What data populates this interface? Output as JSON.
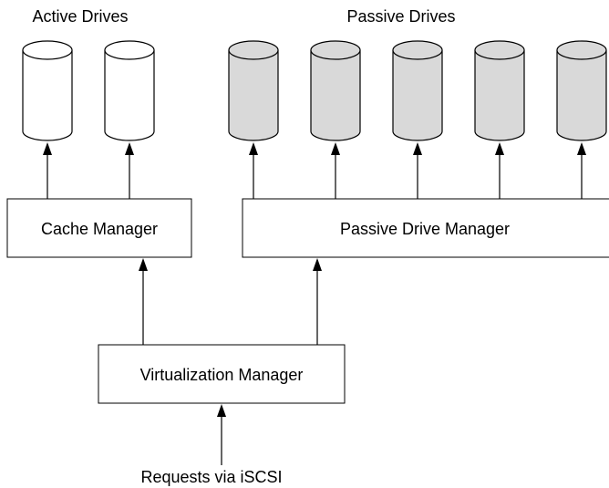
{
  "colors": {
    "stroke": "#000000",
    "background": "#ffffff",
    "active_drive_fill": "#ffffff",
    "passive_drive_fill": "#d9d9d9"
  },
  "groups": {
    "active": {
      "label": "Active Drives",
      "drive_count": 2
    },
    "passive": {
      "label": "Passive Drives",
      "drive_count": 5
    }
  },
  "components": {
    "cache_manager": {
      "label": "Cache Manager"
    },
    "passive_drive_manager": {
      "label": "Passive Drive Manager"
    },
    "virtualization_manager": {
      "label": "Virtualization Manager"
    }
  },
  "input": {
    "label": "Requests via iSCSI"
  },
  "connections": [
    {
      "from": "input",
      "to": "virtualization_manager"
    },
    {
      "from": "virtualization_manager",
      "to": "cache_manager"
    },
    {
      "from": "virtualization_manager",
      "to": "passive_drive_manager"
    },
    {
      "from": "cache_manager",
      "to": "active_drive_1"
    },
    {
      "from": "cache_manager",
      "to": "active_drive_2"
    },
    {
      "from": "passive_drive_manager",
      "to": "passive_drive_1"
    },
    {
      "from": "passive_drive_manager",
      "to": "passive_drive_2"
    },
    {
      "from": "passive_drive_manager",
      "to": "passive_drive_3"
    },
    {
      "from": "passive_drive_manager",
      "to": "passive_drive_4"
    },
    {
      "from": "passive_drive_manager",
      "to": "passive_drive_5"
    }
  ]
}
